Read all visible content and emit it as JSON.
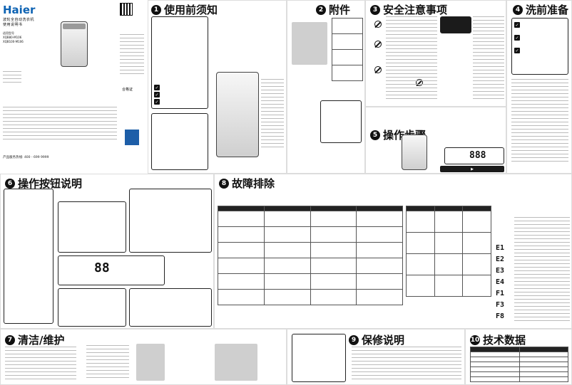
{
  "cover": {
    "brand": "Haier",
    "title": "波轮全自动洗衣机",
    "subtitle": "使用说明书",
    "model_label": "适用型号",
    "models": [
      "XQB80-M106",
      "XQB100-M106"
    ],
    "bottom_text": "产品服务热线: 400 - 699 9999",
    "seal_text": "合格证"
  },
  "sections": {
    "s1": {
      "num": "1",
      "title": "使用前须知"
    },
    "s2": {
      "num": "2",
      "title": "附件"
    },
    "s3": {
      "num": "3",
      "title": "安全注意事项"
    },
    "s4": {
      "num": "4",
      "title": "洗前准备"
    },
    "s5": {
      "num": "5",
      "title": "操作步骤"
    },
    "s6": {
      "num": "6",
      "title": "操作按钮说明"
    },
    "s7": {
      "num": "7",
      "title": "清洁/维护"
    },
    "s8": {
      "num": "8",
      "title": "故障排除"
    },
    "s9": {
      "num": "9",
      "title": "保修说明"
    },
    "s10": {
      "num": "10",
      "title": "技术数据"
    }
  },
  "display": {
    "digits": "88",
    "digits2": "888"
  },
  "error_codes": [
    "E1",
    "E2",
    "E3",
    "E4",
    "F1",
    "F3",
    "F8"
  ],
  "colors": {
    "accent": "#111111",
    "brand": "#0e63b3",
    "warning": "#d11a1a"
  }
}
